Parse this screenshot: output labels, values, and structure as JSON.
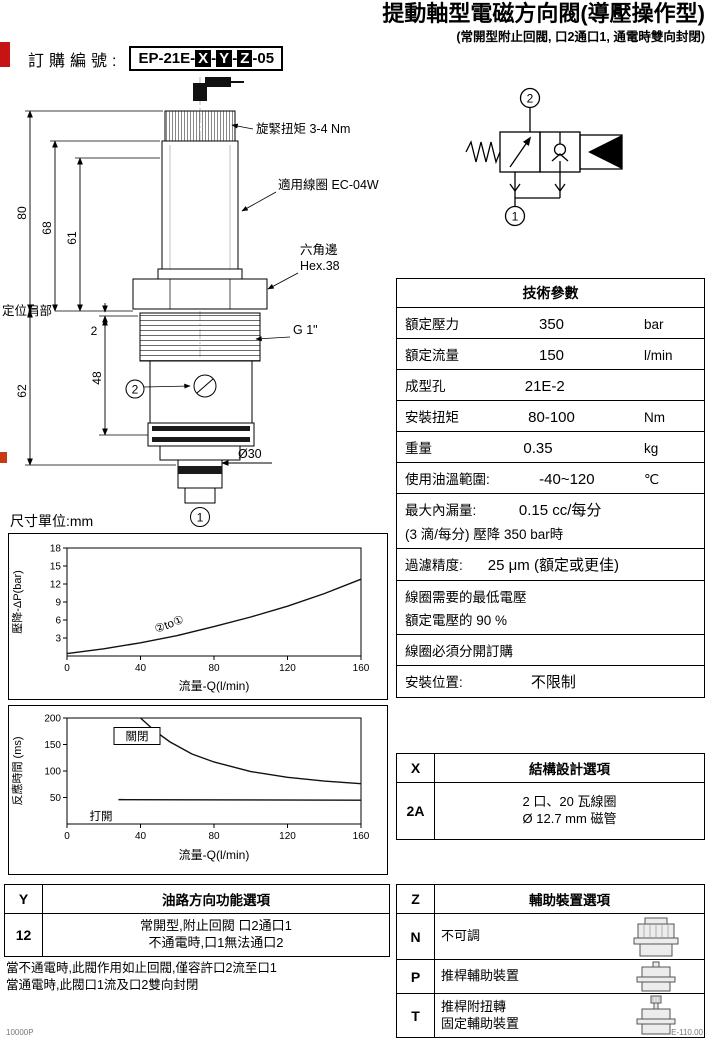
{
  "header": {
    "title": "提動軸型電磁方向閥(導壓操作型)",
    "subtitle": "(常開型附止回閥, 口2通口1, 通電時雙向封閉)",
    "order_label": "訂購編號:",
    "order_prefix": "EP-21E-",
    "order_x": "X",
    "order_y": "Y",
    "order_z": "Z",
    "order_sep": "-",
    "order_suffix": "-05"
  },
  "drawing": {
    "unit_note": "尺寸單位:mm",
    "labels": {
      "torque": "旋緊扭矩 3-4 Nm",
      "coil": "適用線圈 EC-04W",
      "hex1": "六角邊",
      "hex2": "Hex.38",
      "thread": "G 1\"",
      "shoulder": "定位肩部",
      "diameter": "Ø30",
      "port1": "1",
      "port2": "2"
    },
    "dimensions": {
      "d80": "80",
      "d68": "68",
      "d61": "61",
      "d62": "62",
      "d48": "48",
      "d2": "2"
    }
  },
  "symbol": {
    "port_top": "2",
    "port_bottom": "1"
  },
  "tech_table": {
    "title": "技術參數",
    "rows": [
      {
        "label": "額定壓力",
        "value": "350",
        "unit": "bar"
      },
      {
        "label": "額定流量",
        "value": "150",
        "unit": "l/min"
      },
      {
        "label": "成型孔",
        "value": "21E-2",
        "unit": ""
      },
      {
        "label": "安裝扭矩",
        "value": "80-100",
        "unit": "Nm"
      },
      {
        "label": "重量",
        "value": "0.35",
        "unit": "kg"
      },
      {
        "label": "使用油溫範圍:",
        "value": "-40~120",
        "unit": "℃"
      },
      {
        "label": "最大內漏量:",
        "value": "0.15 cc/每分",
        "unit": "",
        "line2": "(3 滴/每分) 壓降 350 bar時"
      },
      {
        "label": "過濾精度:",
        "value": "25 μm (額定或更佳)",
        "unit": ""
      },
      {
        "label": "線圈需要的最低電壓",
        "value": "",
        "unit": "",
        "line2": "額定電壓的 90 %"
      },
      {
        "label": "線圈必須分開訂購",
        "value": "",
        "unit": ""
      },
      {
        "label": "安裝位置:",
        "value": "不限制",
        "unit": ""
      }
    ]
  },
  "chart_data": [
    {
      "type": "line",
      "title": "",
      "xlabel": "流量-Q(l/min)",
      "ylabel": "壓降-ΔP(bar)",
      "xlim": [
        0,
        160
      ],
      "ylim": [
        0,
        18
      ],
      "xticks": [
        0,
        40,
        80,
        120,
        160
      ],
      "yticks": [
        3,
        6,
        9,
        12,
        15,
        18
      ],
      "grid": false,
      "series": [
        {
          "name": "②to①",
          "x": [
            0,
            10,
            20,
            40,
            60,
            80,
            100,
            120,
            140,
            160
          ],
          "y": [
            0.4,
            0.8,
            1.2,
            2.2,
            3.4,
            4.9,
            6.5,
            8.3,
            10.4,
            12.8
          ]
        }
      ]
    },
    {
      "type": "line",
      "title": "",
      "xlabel": "流量-Q(l/min)",
      "ylabel": "反應時間 (ms)",
      "xlim": [
        0,
        160
      ],
      "ylim": [
        0,
        200
      ],
      "xticks": [
        0,
        40,
        80,
        120,
        160
      ],
      "yticks": [
        50,
        100,
        150,
        200
      ],
      "grid": false,
      "series": [
        {
          "name": "關閉",
          "x": [
            40,
            48,
            56,
            68,
            80,
            100,
            120,
            140,
            160
          ],
          "y": [
            200,
            175,
            155,
            132,
            117,
            99,
            88,
            81,
            76
          ]
        },
        {
          "name": "打開",
          "x": [
            28,
            160
          ],
          "y": [
            46,
            45
          ]
        }
      ]
    }
  ],
  "x_table": {
    "key": "X",
    "title": "結構設計選項",
    "rows": [
      {
        "code": "2A",
        "line1": "2 口、20 瓦線圈",
        "line2": "Ø 12.7 mm 磁管"
      }
    ]
  },
  "y_table": {
    "key": "Y",
    "title": "油路方向功能選項",
    "rows": [
      {
        "code": "12",
        "line1": "常開型,附止回閥 口2通口1",
        "line2": "不通電時,口1無法通口2"
      }
    ],
    "notes": [
      "當不通電時,此閥作用如止回閥,僅容許口2流至口1",
      "當通電時,此閥口1流及口2雙向封閉"
    ]
  },
  "z_table": {
    "key": "Z",
    "title": "輔助裝置選項",
    "rows": [
      {
        "code": "N",
        "label": "不可調",
        "label2": ""
      },
      {
        "code": "P",
        "label": "推桿輔助裝置",
        "label2": ""
      },
      {
        "code": "T",
        "label": "推桿附扭轉",
        "label2": "固定輔助裝置"
      }
    ]
  },
  "footer": {
    "left": "10000P",
    "right": "E-110.00"
  }
}
